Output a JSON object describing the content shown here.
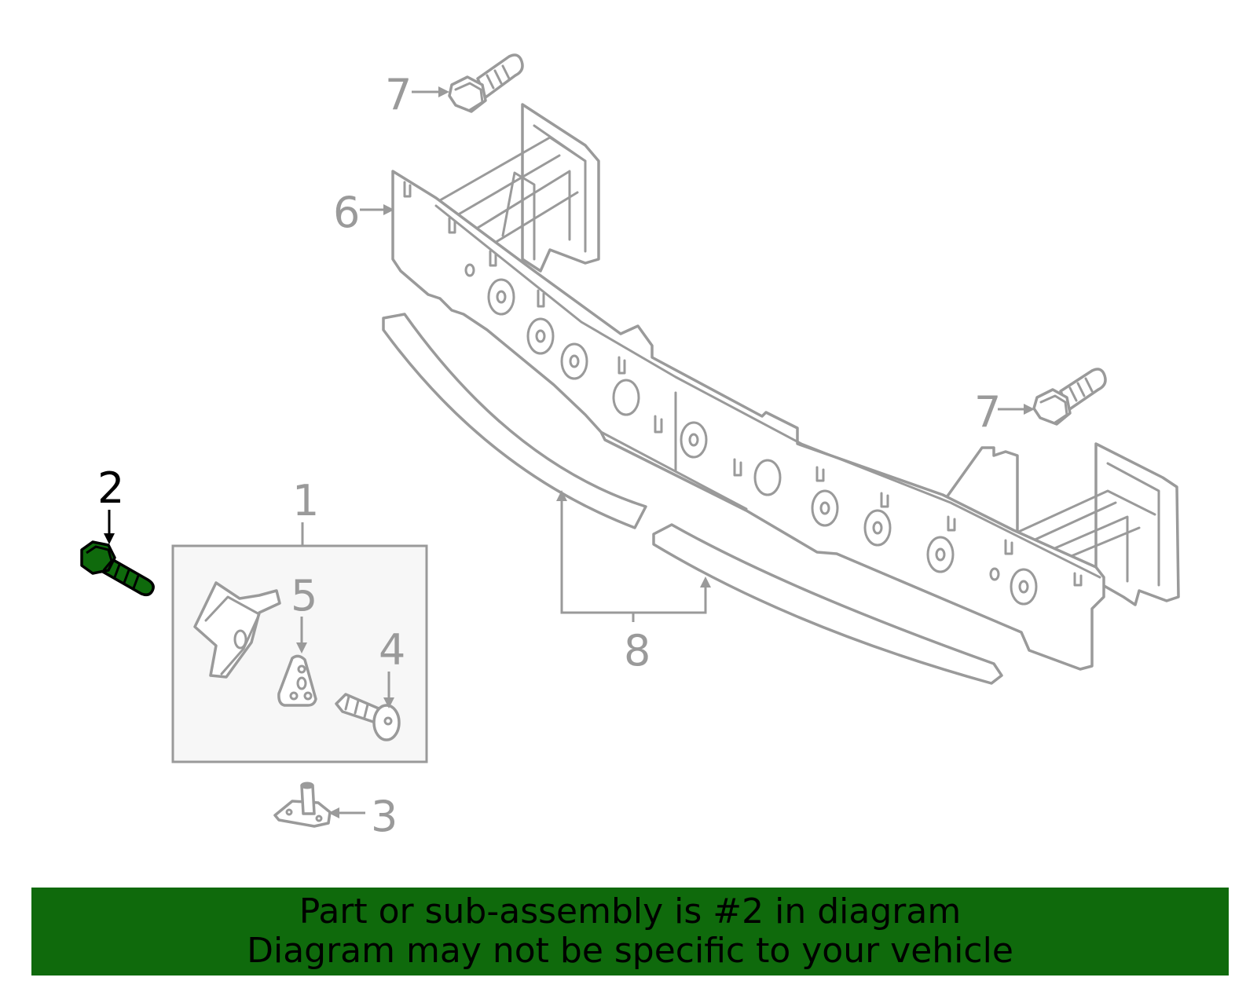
{
  "callouts": {
    "c1": "1",
    "c2": "2",
    "c3": "3",
    "c4": "4",
    "c5": "5",
    "c6": "6",
    "c7a": "7",
    "c7b": "7",
    "c8": "8"
  },
  "highlight": {
    "part_number": "2",
    "color": "#0f6a0c"
  },
  "banner": {
    "line1": "Part or sub-assembly is #2 in diagram",
    "line2": "Diagram may not be specific to your vehicle",
    "background": "#0f6a0c"
  }
}
